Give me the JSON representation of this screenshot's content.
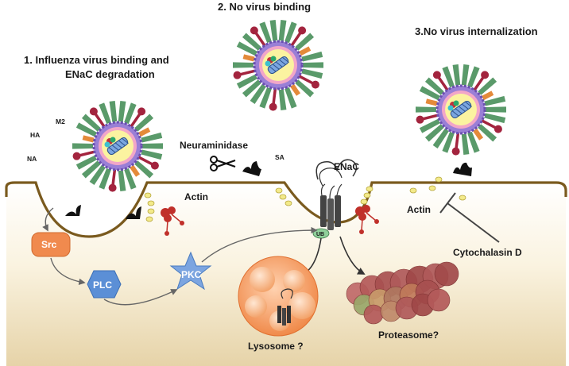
{
  "steps": {
    "step1_line1": "1. Influenza virus binding and",
    "step1_line2": "ENaC degradation",
    "step2": "2. No virus binding",
    "step3": "3.No virus internalization"
  },
  "virus_parts": {
    "m2": "M2",
    "ha": "HA",
    "na": "NA"
  },
  "labels": {
    "neuraminidase": "Neuraminidase",
    "sa": "SA",
    "enac": "ENaC",
    "actin_left": "Actin",
    "actin_right": "Actin",
    "cytochalasin": "Cytochalasin D",
    "ub": "UB",
    "lysosome": "Lysosome ?",
    "proteasome": "Proteasome?"
  },
  "pathway": {
    "src": "Src",
    "plc": "PLC",
    "pkc": "PKC"
  },
  "colors": {
    "membrane": "#7a5a1e",
    "cell_top": "#ffffff",
    "cell_bottom": "#e9d9b4",
    "spike_green": "#5a9a6a",
    "spike_red": "#a3243e",
    "m2_orange": "#e48a3a",
    "envelope_purple": "#6a4fb0",
    "core_yellow": "#fbf3a0",
    "src_orange": "#f08a4e",
    "plc_blue": "#5b8fd6",
    "pkc_blue": "#7ca5e0",
    "lysosome_orange": "#f59a5c",
    "proteasome_red": "#b45a5a",
    "ub_green": "#8fcf9a",
    "actin_yellow": "#f3ea8a"
  }
}
